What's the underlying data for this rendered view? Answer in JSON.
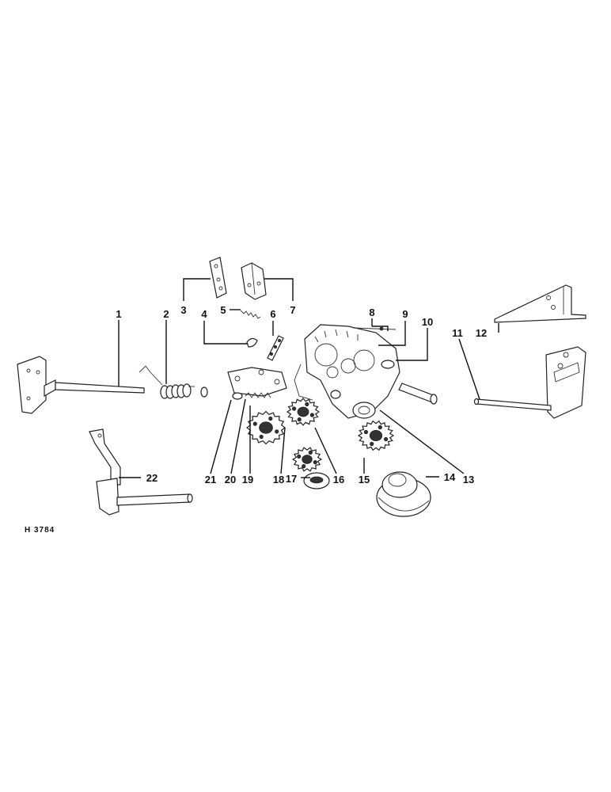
{
  "drawing_code": "H 3784",
  "callouts": [
    {
      "id": "c1",
      "label": "1"
    },
    {
      "id": "c2",
      "label": "2"
    },
    {
      "id": "c3",
      "label": "3"
    },
    {
      "id": "c4",
      "label": "4"
    },
    {
      "id": "c5",
      "label": "5"
    },
    {
      "id": "c6",
      "label": "6"
    },
    {
      "id": "c7",
      "label": "7"
    },
    {
      "id": "c8",
      "label": "8"
    },
    {
      "id": "c9",
      "label": "9"
    },
    {
      "id": "c10",
      "label": "10"
    },
    {
      "id": "c11",
      "label": "11"
    },
    {
      "id": "c12",
      "label": "12"
    },
    {
      "id": "c13",
      "label": "13"
    },
    {
      "id": "c14",
      "label": "14"
    },
    {
      "id": "c15",
      "label": "15"
    },
    {
      "id": "c16",
      "label": "16"
    },
    {
      "id": "c17",
      "label": "17"
    },
    {
      "id": "c18",
      "label": "18"
    },
    {
      "id": "c19",
      "label": "19"
    },
    {
      "id": "c20",
      "label": "20"
    },
    {
      "id": "c21",
      "label": "21"
    },
    {
      "id": "c22",
      "label": "22"
    }
  ]
}
